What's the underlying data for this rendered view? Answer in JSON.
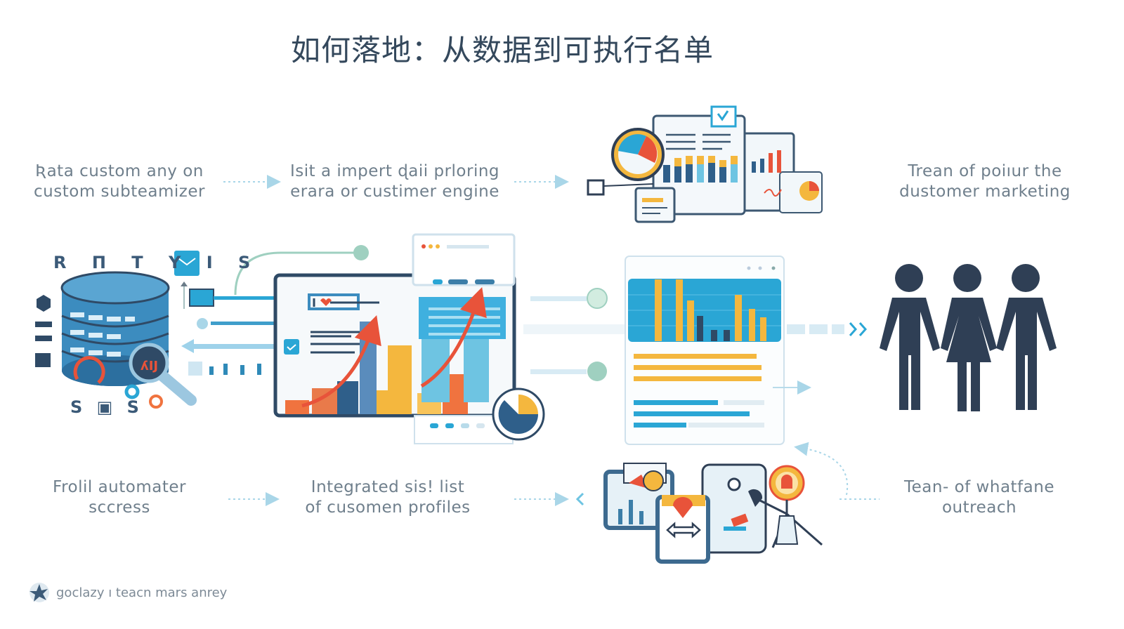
{
  "title": "如何落地：从数据到可执行名单",
  "steps_top": [
    {
      "line1": "Ʀata custom any on",
      "line2": "custom subteamizer"
    },
    {
      "line1": "Isit a impert ɖaii prloring",
      "line2": "erara or custimer engine"
    },
    {
      "line1": "Trean of poiıur the",
      "line2": "dustomer marketing"
    }
  ],
  "steps_bottom": [
    {
      "line1": "Frolil automater",
      "line2": "sccress"
    },
    {
      "line1": "Integrated sis! list",
      "line2": "of cusomen profiles"
    },
    {
      "line1": "Tean- of whatfane",
      "line2": "outreach"
    }
  ],
  "database_labels": {
    "top": "R Π T Y I S",
    "bottom": "S ▣ S"
  },
  "footer": {
    "text": "goclazy ı teacn mars anrey"
  },
  "colors": {
    "navy": "#2f4a66",
    "blue": "#2aa6d5",
    "orange": "#f0733f",
    "yellow": "#f4b73e",
    "red": "#e8533a",
    "people": "#2f3f55"
  }
}
